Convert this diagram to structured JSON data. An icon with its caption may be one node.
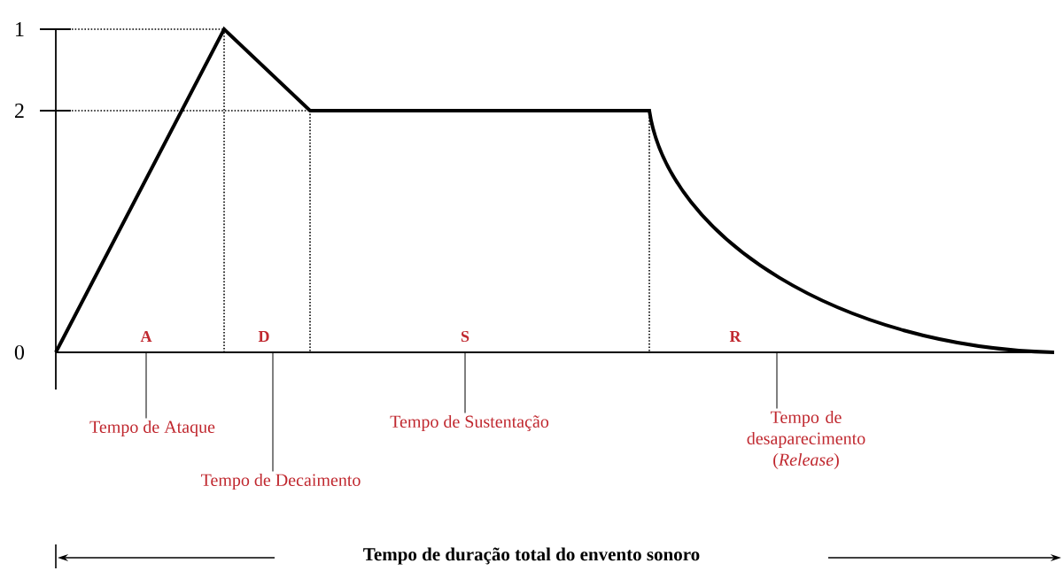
{
  "diagram": {
    "nodes": [
      {
        "text": [
          "Tempo de Ataque"
        ]
      },
      {
        "text": [
          "Tempo de Decaimento"
        ]
      },
      {
        "text": [
          "Tempo de Sustentação"
        ]
      },
      {
        "text": [
          "Tempo de desaparecimento (*Release*)"
        ]
      }
    ],
    "edges": [
      {
        "from": 0,
        "to": null,
        "arrow": "none"
      },
      {
        "from": 1,
        "to": null,
        "arrow": "none"
      },
      {
        "from": 2,
        "to": null,
        "arrow": "none"
      },
      {
        "from": 3,
        "to": null,
        "arrow": "none"
      }
    ],
    "labels": [
      "1",
      "2",
      "0",
      "A",
      "D",
      "S",
      "R",
      "Tempo de duração total do envento sonoro"
    ]
  }
}
